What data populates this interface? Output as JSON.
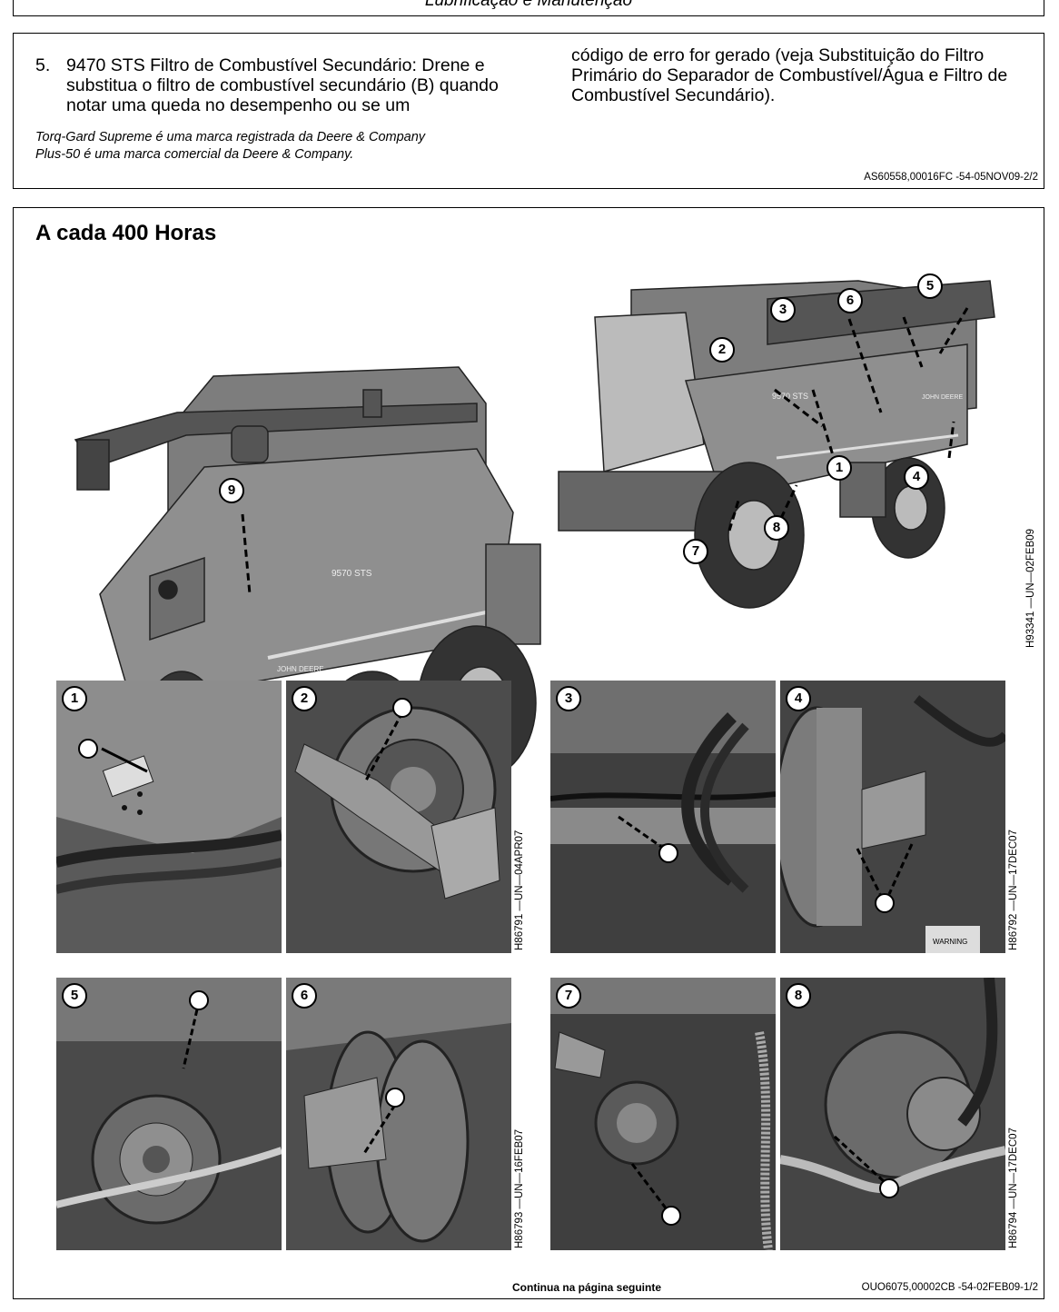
{
  "header": {
    "title": "Lubrificação e Manutenção"
  },
  "section1": {
    "item_number": "5.",
    "left_text": "9470 STS Filtro de Combustível Secundário: Drene e substitua o filtro de combustível secundário (B) quando notar uma queda no desempenho ou se um",
    "right_text": "código de erro for gerado (veja Substituição do Filtro Primário do Separador de Combustível/Água e Filtro de Combustível Secundário).",
    "trademark1": "Torq-Gard Supreme é uma marca registrada da Deere & Company",
    "trademark2": "Plus-50 é uma marca comercial da Deere & Company.",
    "ref_code": "AS60558,00016FC -54-05NOV09-2/2"
  },
  "section2": {
    "heading": "A cada 400 Horas",
    "main_figure_id": "H93341 —UN—02FEB09",
    "callouts_main": [
      "1",
      "2",
      "3",
      "4",
      "5",
      "6",
      "7",
      "8",
      "9"
    ],
    "photo_labels": [
      "1",
      "2",
      "3",
      "4",
      "5",
      "6",
      "7",
      "8"
    ],
    "fig_ids": [
      "H86791 —UN—04APR07",
      "H86792 —UN—17DEC07",
      "H86793 —UN—16FEB07",
      "H86794 —UN—17DEC07"
    ],
    "machine_model_text": "9570 STS",
    "brand_text": "JOHN DEERE",
    "warning_text": "WARNING",
    "continue_text": "Continua na página seguinte",
    "ref_code": "OUO6075,00002CB -54-02FEB09-1/2"
  },
  "colors": {
    "border": "#000000",
    "photo_dark": "#3f3f3f",
    "photo_mid": "#6e6e6e",
    "machine": "#8a8a8a"
  }
}
